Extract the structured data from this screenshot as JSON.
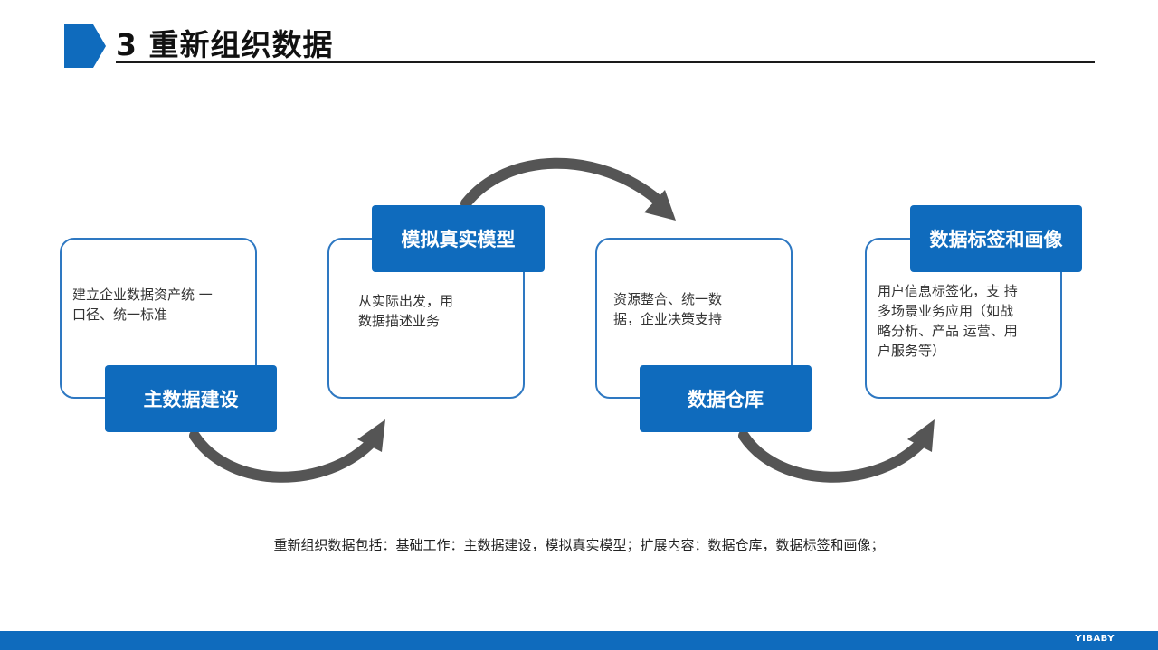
{
  "title": "3 重新组织数据",
  "steps": [
    {
      "label": "主数据建设",
      "description": "建立企业数据资产统 一\n口径、统一标准"
    },
    {
      "label": "模拟真实模型",
      "description": "从实际出发，用\n数据描述业务"
    },
    {
      "label": "数据仓库",
      "description": "资源整合、统一数\n据，企业决策支持"
    },
    {
      "label": "数据标签和画像",
      "description": "用户信息标签化，支 持\n多场景业务应用（如战\n略分析、产品 运营、用\n户服务等）"
    }
  ],
  "summary": "重新组织数据包括：基础工作：主数据建设，模拟真实模型；扩展内容：数据仓库，数据标签和画像；",
  "footer": {
    "brand": "YIBABY"
  },
  "colors": {
    "accent": "#0f6bbd",
    "box_border": "#2e78c2",
    "arrow": "#555555"
  }
}
